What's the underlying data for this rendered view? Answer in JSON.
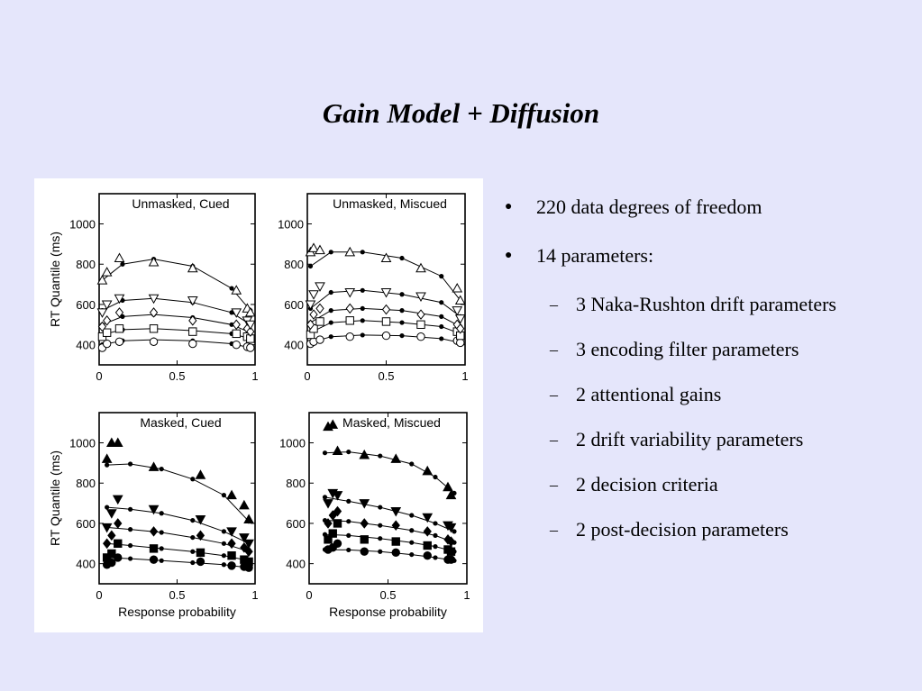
{
  "slide": {
    "title": "Gain Model + Diffusion"
  },
  "bullets": [
    {
      "text": "220 data degrees of freedom",
      "level": 1
    },
    {
      "text": "14 parameters:",
      "level": 1
    },
    {
      "text": "3 Naka-Rushton drift parameters",
      "level": 2
    },
    {
      "text": "3 encoding filter parameters",
      "level": 2
    },
    {
      "text": "2 attentional gains",
      "level": 2
    },
    {
      "text": "2 drift variability parameters",
      "level": 2
    },
    {
      "text": "2 decision criteria",
      "level": 2
    },
    {
      "text": "2 post-decision parameters",
      "level": 2
    }
  ],
  "chart_data": [
    {
      "type": "scatter",
      "title": "Unmasked, Cued",
      "ylabel": "RT Quantile (ms)",
      "xlabel": "",
      "xlim": [
        0,
        1
      ],
      "ylim": [
        300,
        1150
      ],
      "xticks": [
        "0",
        "0.5",
        "1"
      ],
      "yticks": [
        "400",
        "600",
        "800",
        "1000"
      ],
      "marker_fill": "open",
      "quantiles": [
        {
          "marker": "circle",
          "x": [
            0.02,
            0.05,
            0.13,
            0.35,
            0.6,
            0.88,
            0.95,
            0.97
          ],
          "y": [
            385,
            405,
            415,
            415,
            405,
            400,
            390,
            385
          ]
        },
        {
          "marker": "square",
          "x": [
            0.02,
            0.05,
            0.13,
            0.35,
            0.6,
            0.88,
            0.95,
            0.97
          ],
          "y": [
            440,
            460,
            480,
            480,
            465,
            455,
            440,
            430
          ]
        },
        {
          "marker": "diamond",
          "x": [
            0.02,
            0.05,
            0.13,
            0.35,
            0.6,
            0.88,
            0.95,
            0.97
          ],
          "y": [
            490,
            520,
            560,
            560,
            520,
            500,
            480,
            465
          ]
        },
        {
          "marker": "triangle-down",
          "x": [
            0.02,
            0.05,
            0.13,
            0.35,
            0.6,
            0.88,
            0.95,
            0.97
          ],
          "y": [
            560,
            600,
            630,
            630,
            620,
            560,
            520,
            500
          ]
        },
        {
          "marker": "triangle-up",
          "x": [
            0.02,
            0.05,
            0.13,
            0.35,
            0.6,
            0.88,
            0.95,
            0.97
          ],
          "y": [
            720,
            760,
            830,
            810,
            780,
            670,
            580,
            560
          ]
        }
      ],
      "fits": [
        {
          "x": [
            0.02,
            0.15,
            0.35,
            0.6,
            0.85,
            0.97
          ],
          "y": [
            400,
            420,
            425,
            420,
            405,
            385
          ]
        },
        {
          "x": [
            0.02,
            0.15,
            0.35,
            0.6,
            0.85,
            0.97
          ],
          "y": [
            450,
            475,
            480,
            470,
            455,
            430
          ]
        },
        {
          "x": [
            0.02,
            0.15,
            0.35,
            0.6,
            0.85,
            0.97
          ],
          "y": [
            500,
            540,
            550,
            535,
            500,
            460
          ]
        },
        {
          "x": [
            0.02,
            0.15,
            0.35,
            0.6,
            0.85,
            0.97
          ],
          "y": [
            570,
            620,
            630,
            610,
            560,
            500
          ]
        },
        {
          "x": [
            0.02,
            0.15,
            0.35,
            0.6,
            0.85,
            0.97
          ],
          "y": [
            720,
            800,
            825,
            790,
            680,
            570
          ]
        }
      ]
    },
    {
      "type": "scatter",
      "title": "Unmasked, Miscued",
      "ylabel": "",
      "xlabel": "",
      "xlim": [
        0,
        1
      ],
      "ylim": [
        300,
        1150
      ],
      "xticks": [
        "0",
        "0.5",
        "1"
      ],
      "yticks": [
        "400",
        "600",
        "800",
        "1000"
      ],
      "marker_fill": "open",
      "quantiles": [
        {
          "marker": "circle",
          "x": [
            0.02,
            0.04,
            0.08,
            0.27,
            0.5,
            0.72,
            0.95,
            0.97
          ],
          "y": [
            405,
            415,
            425,
            440,
            445,
            440,
            420,
            410
          ]
        },
        {
          "marker": "square",
          "x": [
            0.02,
            0.04,
            0.08,
            0.27,
            0.5,
            0.72,
            0.95,
            0.97
          ],
          "y": [
            450,
            480,
            515,
            520,
            515,
            500,
            465,
            445
          ]
        },
        {
          "marker": "diamond",
          "x": [
            0.02,
            0.04,
            0.08,
            0.27,
            0.5,
            0.72,
            0.95,
            0.97
          ],
          "y": [
            500,
            550,
            580,
            580,
            575,
            550,
            500,
            480
          ]
        },
        {
          "marker": "triangle-down",
          "x": [
            0.02,
            0.04,
            0.08,
            0.27,
            0.5,
            0.72,
            0.95,
            0.97
          ],
          "y": [
            600,
            650,
            690,
            660,
            660,
            640,
            570,
            530
          ]
        },
        {
          "marker": "triangle-up",
          "x": [
            0.02,
            0.04,
            0.08,
            0.27,
            0.5,
            0.72,
            0.95,
            0.97
          ],
          "y": [
            860,
            880,
            870,
            860,
            830,
            780,
            680,
            620
          ]
        }
      ],
      "fits": [
        {
          "x": [
            0.02,
            0.15,
            0.35,
            0.6,
            0.85,
            0.97
          ],
          "y": [
            410,
            440,
            448,
            445,
            430,
            410
          ]
        },
        {
          "x": [
            0.02,
            0.15,
            0.35,
            0.6,
            0.85,
            0.97
          ],
          "y": [
            460,
            510,
            520,
            510,
            490,
            455
          ]
        },
        {
          "x": [
            0.02,
            0.15,
            0.35,
            0.6,
            0.85,
            0.97
          ],
          "y": [
            510,
            570,
            580,
            570,
            540,
            490
          ]
        },
        {
          "x": [
            0.02,
            0.15,
            0.35,
            0.6,
            0.85,
            0.97
          ],
          "y": [
            580,
            660,
            670,
            650,
            610,
            540
          ]
        },
        {
          "x": [
            0.02,
            0.15,
            0.35,
            0.6,
            0.85,
            0.97
          ],
          "y": [
            790,
            860,
            860,
            830,
            740,
            620
          ]
        }
      ]
    },
    {
      "type": "scatter",
      "title": "Masked, Cued",
      "ylabel": "RT Quantile (ms)",
      "xlabel": "Response probability",
      "xlim": [
        0,
        1
      ],
      "ylim": [
        300,
        1150
      ],
      "xticks": [
        "0",
        "0.5",
        "1"
      ],
      "yticks": [
        "400",
        "600",
        "800",
        "1000"
      ],
      "marker_fill": "filled",
      "quantiles": [
        {
          "marker": "circle",
          "x": [
            0.05,
            0.08,
            0.12,
            0.35,
            0.65,
            0.85,
            0.93,
            0.96
          ],
          "y": [
            395,
            405,
            430,
            420,
            410,
            390,
            385,
            380
          ]
        },
        {
          "marker": "square",
          "x": [
            0.05,
            0.08,
            0.12,
            0.35,
            0.65,
            0.85,
            0.93,
            0.96
          ],
          "y": [
            430,
            450,
            500,
            475,
            455,
            440,
            420,
            410
          ]
        },
        {
          "marker": "diamond",
          "x": [
            0.05,
            0.08,
            0.12,
            0.35,
            0.65,
            0.85,
            0.93,
            0.96
          ],
          "y": [
            500,
            540,
            600,
            560,
            540,
            500,
            480,
            460
          ]
        },
        {
          "marker": "triangle-down",
          "x": [
            0.05,
            0.08,
            0.12,
            0.35,
            0.65,
            0.85,
            0.93,
            0.96
          ],
          "y": [
            580,
            650,
            720,
            670,
            620,
            560,
            530,
            500
          ]
        },
        {
          "marker": "triangle-up",
          "x": [
            0.05,
            0.08,
            0.12,
            0.35,
            0.65,
            0.85,
            0.93,
            0.96
          ],
          "y": [
            920,
            1000,
            1000,
            880,
            840,
            740,
            690,
            620
          ]
        }
      ],
      "fits": [
        {
          "x": [
            0.05,
            0.2,
            0.4,
            0.6,
            0.8,
            0.96
          ],
          "y": [
            430,
            425,
            415,
            405,
            395,
            380
          ]
        },
        {
          "x": [
            0.05,
            0.2,
            0.4,
            0.6,
            0.8,
            0.96
          ],
          "y": [
            500,
            490,
            475,
            460,
            440,
            415
          ]
        },
        {
          "x": [
            0.05,
            0.2,
            0.4,
            0.6,
            0.8,
            0.96
          ],
          "y": [
            580,
            570,
            555,
            530,
            500,
            460
          ]
        },
        {
          "x": [
            0.05,
            0.2,
            0.4,
            0.6,
            0.8,
            0.96
          ],
          "y": [
            680,
            670,
            650,
            615,
            560,
            500
          ]
        },
        {
          "x": [
            0.05,
            0.2,
            0.4,
            0.6,
            0.8,
            0.96
          ],
          "y": [
            890,
            895,
            870,
            820,
            740,
            610
          ]
        }
      ]
    },
    {
      "type": "scatter",
      "title": "Masked, Miscued",
      "ylabel": "",
      "xlabel": "Response probability",
      "xlim": [
        0,
        1
      ],
      "ylim": [
        300,
        1150
      ],
      "xticks": [
        "0",
        "0.5",
        "1"
      ],
      "yticks": [
        "400",
        "600",
        "800",
        "1000"
      ],
      "marker_fill": "filled",
      "quantiles": [
        {
          "marker": "circle",
          "x": [
            0.12,
            0.15,
            0.18,
            0.35,
            0.55,
            0.75,
            0.88,
            0.9
          ],
          "y": [
            470,
            480,
            500,
            460,
            455,
            440,
            420,
            420
          ]
        },
        {
          "marker": "square",
          "x": [
            0.12,
            0.15,
            0.18,
            0.35,
            0.55,
            0.75,
            0.88,
            0.9
          ],
          "y": [
            520,
            550,
            600,
            520,
            510,
            490,
            470,
            460
          ]
        },
        {
          "marker": "diamond",
          "x": [
            0.12,
            0.15,
            0.18,
            0.35,
            0.55,
            0.75,
            0.88,
            0.9
          ],
          "y": [
            600,
            640,
            660,
            600,
            590,
            560,
            520,
            510
          ]
        },
        {
          "marker": "triangle-down",
          "x": [
            0.12,
            0.15,
            0.18,
            0.35,
            0.55,
            0.75,
            0.88,
            0.9
          ],
          "y": [
            700,
            750,
            740,
            700,
            660,
            630,
            590,
            580
          ]
        },
        {
          "marker": "triangle-up",
          "x": [
            0.12,
            0.15,
            0.18,
            0.35,
            0.55,
            0.75,
            0.88,
            0.9
          ],
          "y": [
            1080,
            1090,
            960,
            940,
            920,
            860,
            780,
            740
          ]
        }
      ],
      "fits": [
        {
          "x": [
            0.1,
            0.25,
            0.45,
            0.65,
            0.8,
            0.92
          ],
          "y": [
            470,
            468,
            460,
            445,
            430,
            415
          ]
        },
        {
          "x": [
            0.1,
            0.25,
            0.45,
            0.65,
            0.8,
            0.92
          ],
          "y": [
            545,
            540,
            525,
            505,
            485,
            460
          ]
        },
        {
          "x": [
            0.1,
            0.25,
            0.45,
            0.65,
            0.8,
            0.92
          ],
          "y": [
            615,
            610,
            590,
            565,
            540,
            505
          ]
        },
        {
          "x": [
            0.1,
            0.25,
            0.45,
            0.65,
            0.8,
            0.92
          ],
          "y": [
            730,
            710,
            680,
            640,
            600,
            560
          ]
        },
        {
          "x": [
            0.1,
            0.25,
            0.45,
            0.65,
            0.8,
            0.92
          ],
          "y": [
            950,
            955,
            935,
            895,
            830,
            750
          ]
        }
      ]
    }
  ]
}
